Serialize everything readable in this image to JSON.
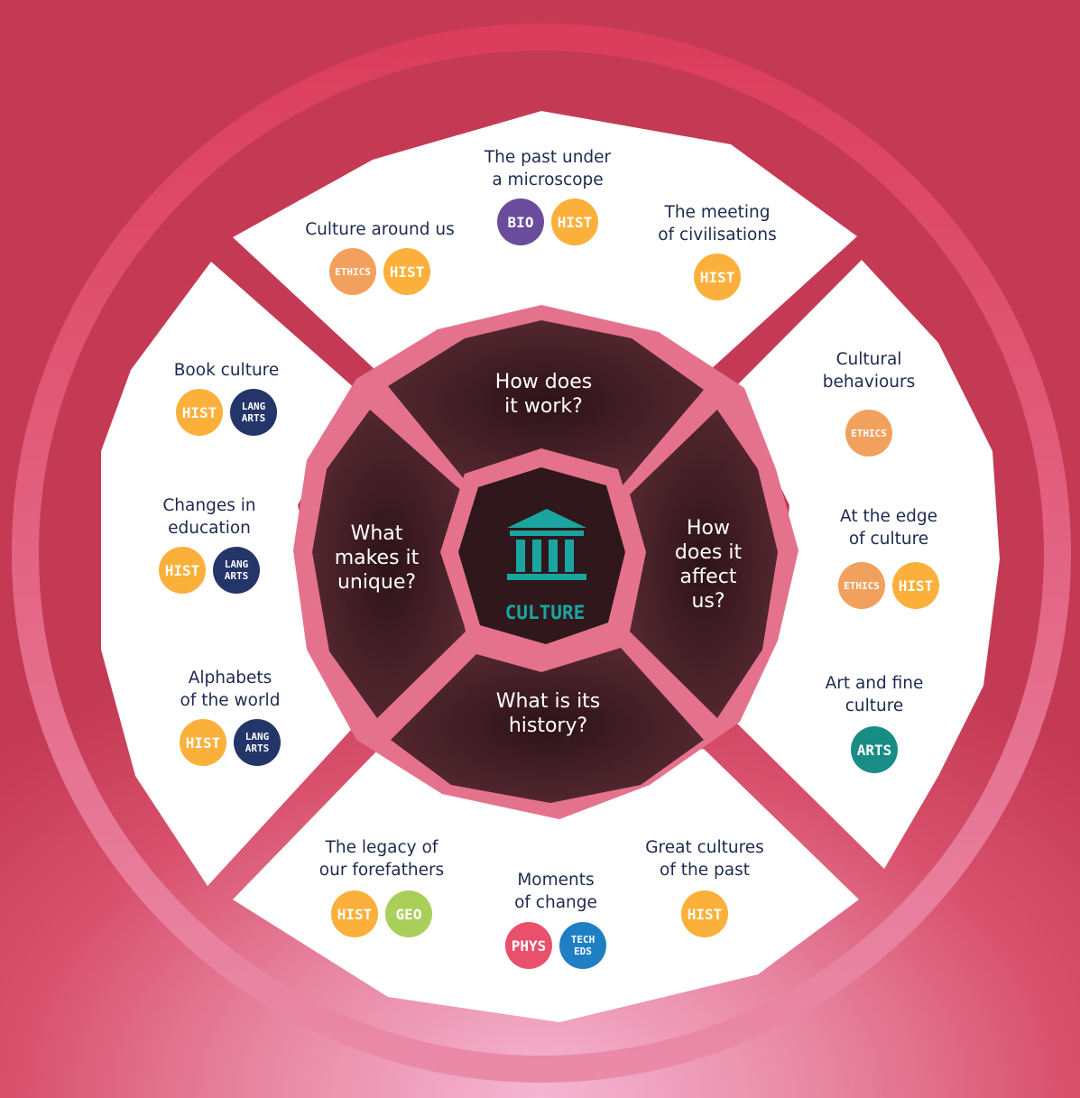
{
  "center": {
    "label": "CULTURE",
    "icon": "museum-icon"
  },
  "questions": {
    "top": "How does\nit work?",
    "left": "What\nmakes it\nunique?",
    "right": "How\ndoes it\naffect\nus?",
    "bottom": "What is its\nhistory?"
  },
  "topics": [
    {
      "title": "The past under\na microscope",
      "badges": [
        "BIO",
        "HIST"
      ]
    },
    {
      "title": "Culture around us",
      "badges": [
        "ETHICS",
        "HIST"
      ]
    },
    {
      "title": "The meeting\nof civilisations",
      "badges": [
        "HIST"
      ]
    },
    {
      "title": "Book culture",
      "badges": [
        "HIST",
        "LANG\nARTS"
      ]
    },
    {
      "title": "Changes in\neducation",
      "badges": [
        "HIST",
        "LANG\nARTS"
      ]
    },
    {
      "title": "Alphabets\nof the world",
      "badges": [
        "HIST",
        "LANG\nARTS"
      ]
    },
    {
      "title": "Cultural\nbehaviours",
      "badges": [
        "ETHICS"
      ]
    },
    {
      "title": "At the edge\nof culture",
      "badges": [
        "ETHICS",
        "HIST"
      ]
    },
    {
      "title": "Art and fine\nculture",
      "badges": [
        "ARTS"
      ]
    },
    {
      "title": "The legacy of\nour forefathers",
      "badges": [
        "HIST",
        "GEO"
      ]
    },
    {
      "title": "Moments\nof change",
      "badges": [
        "PHYS",
        "TECH\nEDS"
      ]
    },
    {
      "title": "Great cultures\nof the past",
      "badges": [
        "HIST"
      ]
    }
  ],
  "colors": {
    "HIST": "#fbb03b",
    "BIO": "#6a4c9c",
    "ETHICS": "#f2a05e",
    "LANG\nARTS": "#243569",
    "ARTS": "#1a8c86",
    "GEO": "#a9cf5a",
    "PHYS": "#e9506b",
    "TECH\nEDS": "#1f7fc5",
    "ring": "#d9435e",
    "panel": "#ffffff",
    "inner_dark": "#3e1f26",
    "inner_border": "#e07088",
    "accent": "#1aa5a0"
  }
}
